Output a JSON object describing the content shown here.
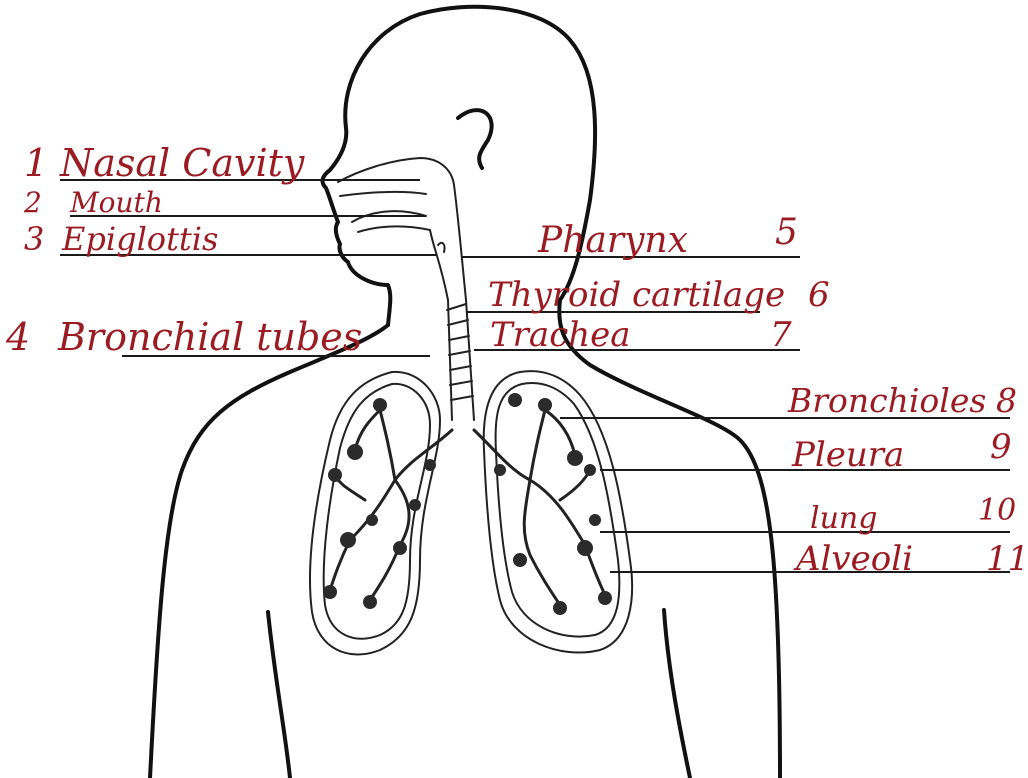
{
  "colors": {
    "ink": "#9b1b22",
    "outline": "#111111"
  },
  "labels": [
    {
      "id": "nasal-cavity",
      "number": "1",
      "name": "Nasal Cavity"
    },
    {
      "id": "mouth",
      "number": "2",
      "name": "Mouth"
    },
    {
      "id": "epiglottis",
      "number": "3",
      "name": "Epiglottis"
    },
    {
      "id": "bronchial-tubes",
      "number": "4",
      "name": "Bronchial tubes"
    },
    {
      "id": "pharynx",
      "number": "5",
      "name": "Pharynx"
    },
    {
      "id": "thyroid-cartilage",
      "number": "6",
      "name": "Thyroid cartilage"
    },
    {
      "id": "trachea",
      "number": "7",
      "name": "Trachea"
    },
    {
      "id": "bronchioles",
      "number": "8",
      "name": "Bronchioles"
    },
    {
      "id": "pleura",
      "number": "9",
      "name": "Pleura"
    },
    {
      "id": "lung",
      "number": "10",
      "name": "lung"
    },
    {
      "id": "alveoli",
      "number": "11",
      "name": "Alveoli"
    }
  ]
}
